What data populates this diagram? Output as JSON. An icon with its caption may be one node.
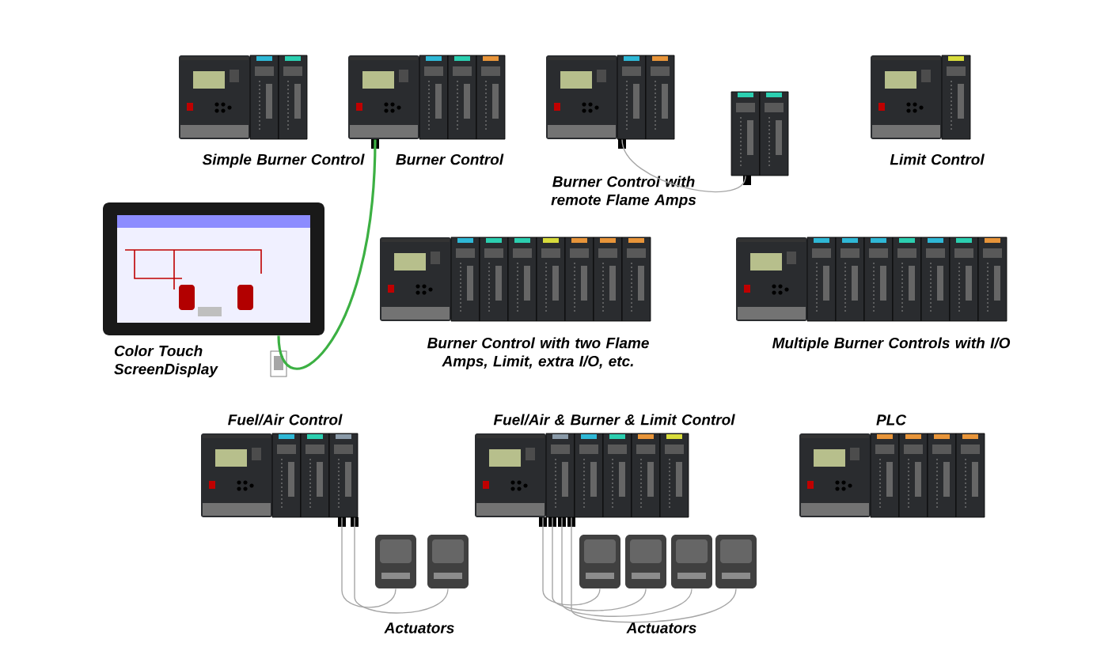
{
  "diagram": {
    "nodes": [
      {
        "text": [
          "Simple Burner Control"
        ]
      },
      {
        "text": [
          "Burner Control"
        ]
      },
      {
        "text": [
          "Burner Control with remote Flame Amps"
        ]
      },
      {
        "text": [],
        "shape": "picture"
      },
      {
        "text": [
          "Limit Control"
        ]
      },
      {
        "text": [
          "Color Touch ScreenDisplay"
        ]
      },
      {
        "text": [
          "Burner Control with two Flame Amps, Limit, extra I/O, etc."
        ]
      },
      {
        "text": [
          "Multiple Burner Controls with I/O"
        ]
      },
      {
        "text": [
          "Fuel/Air Control"
        ]
      },
      {
        "text": [
          "Fuel/Air & Burner & Limit Control"
        ]
      },
      {
        "text": [
          "PLC"
        ]
      },
      {
        "text": [],
        "shape": "picture"
      },
      {
        "text": [],
        "shape": "picture"
      },
      {
        "text": [],
        "shape": "picture"
      },
      {
        "text": [],
        "shape": "picture"
      },
      {
        "text": [],
        "shape": "picture"
      },
      {
        "text": [],
        "shape": "picture"
      }
    ],
    "edges": [
      {
        "from": 1,
        "to": 5,
        "arrow": "none",
        "color": "#3cb043"
      },
      {
        "from": 2,
        "to": 3,
        "arrow": "none"
      },
      {
        "from": 8,
        "to": 11,
        "arrow": "none"
      },
      {
        "from": 8,
        "to": 12,
        "arrow": "none"
      },
      {
        "from": 9,
        "to": 13,
        "arrow": "none"
      },
      {
        "from": 9,
        "to": 14,
        "arrow": "none"
      },
      {
        "from": 9,
        "to": 15,
        "arrow": "none"
      },
      {
        "from": 9,
        "to": 16,
        "arrow": "none"
      }
    ],
    "labels": [
      "Actuators",
      "Actuators"
    ]
  }
}
